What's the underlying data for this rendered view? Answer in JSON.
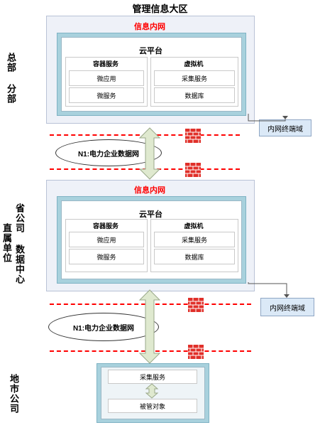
{
  "title": "管理信息大区",
  "side_labels": {
    "hq": "总部 分部",
    "prov_a": "省公司 数据中心",
    "prov_b": "直属单位",
    "city": "地市公司"
  },
  "top_block": {
    "intranet_label": "信息内网",
    "cloud_title": "云平台",
    "container_group": {
      "title": "容器服务",
      "items": [
        "微应用",
        "微服务"
      ]
    },
    "vm_group": {
      "title": "虚拟机",
      "items": [
        "采集服务",
        "数据库"
      ]
    },
    "terminal": "内网终端域"
  },
  "mid_block": {
    "intranet_label": "信息内网",
    "cloud_title": "云平台",
    "container_group": {
      "title": "容器服务",
      "items": [
        "微应用",
        "微服务"
      ]
    },
    "vm_group": {
      "title": "虚拟机",
      "items": [
        "采集服务",
        "数据库"
      ]
    },
    "terminal": "内网终端域"
  },
  "network_top": "N1:电力企业数据网",
  "network_bottom": "N1:电力企业数据网",
  "local_block": {
    "items": [
      "采集服务",
      "被管对象"
    ]
  },
  "colors": {
    "accent_red": "#ff0000",
    "teal": "#a8d1dd",
    "outer_bg": "#eef1f8",
    "terminal_bg": "#dbe9f7",
    "arrow": "#dfe9cf"
  }
}
